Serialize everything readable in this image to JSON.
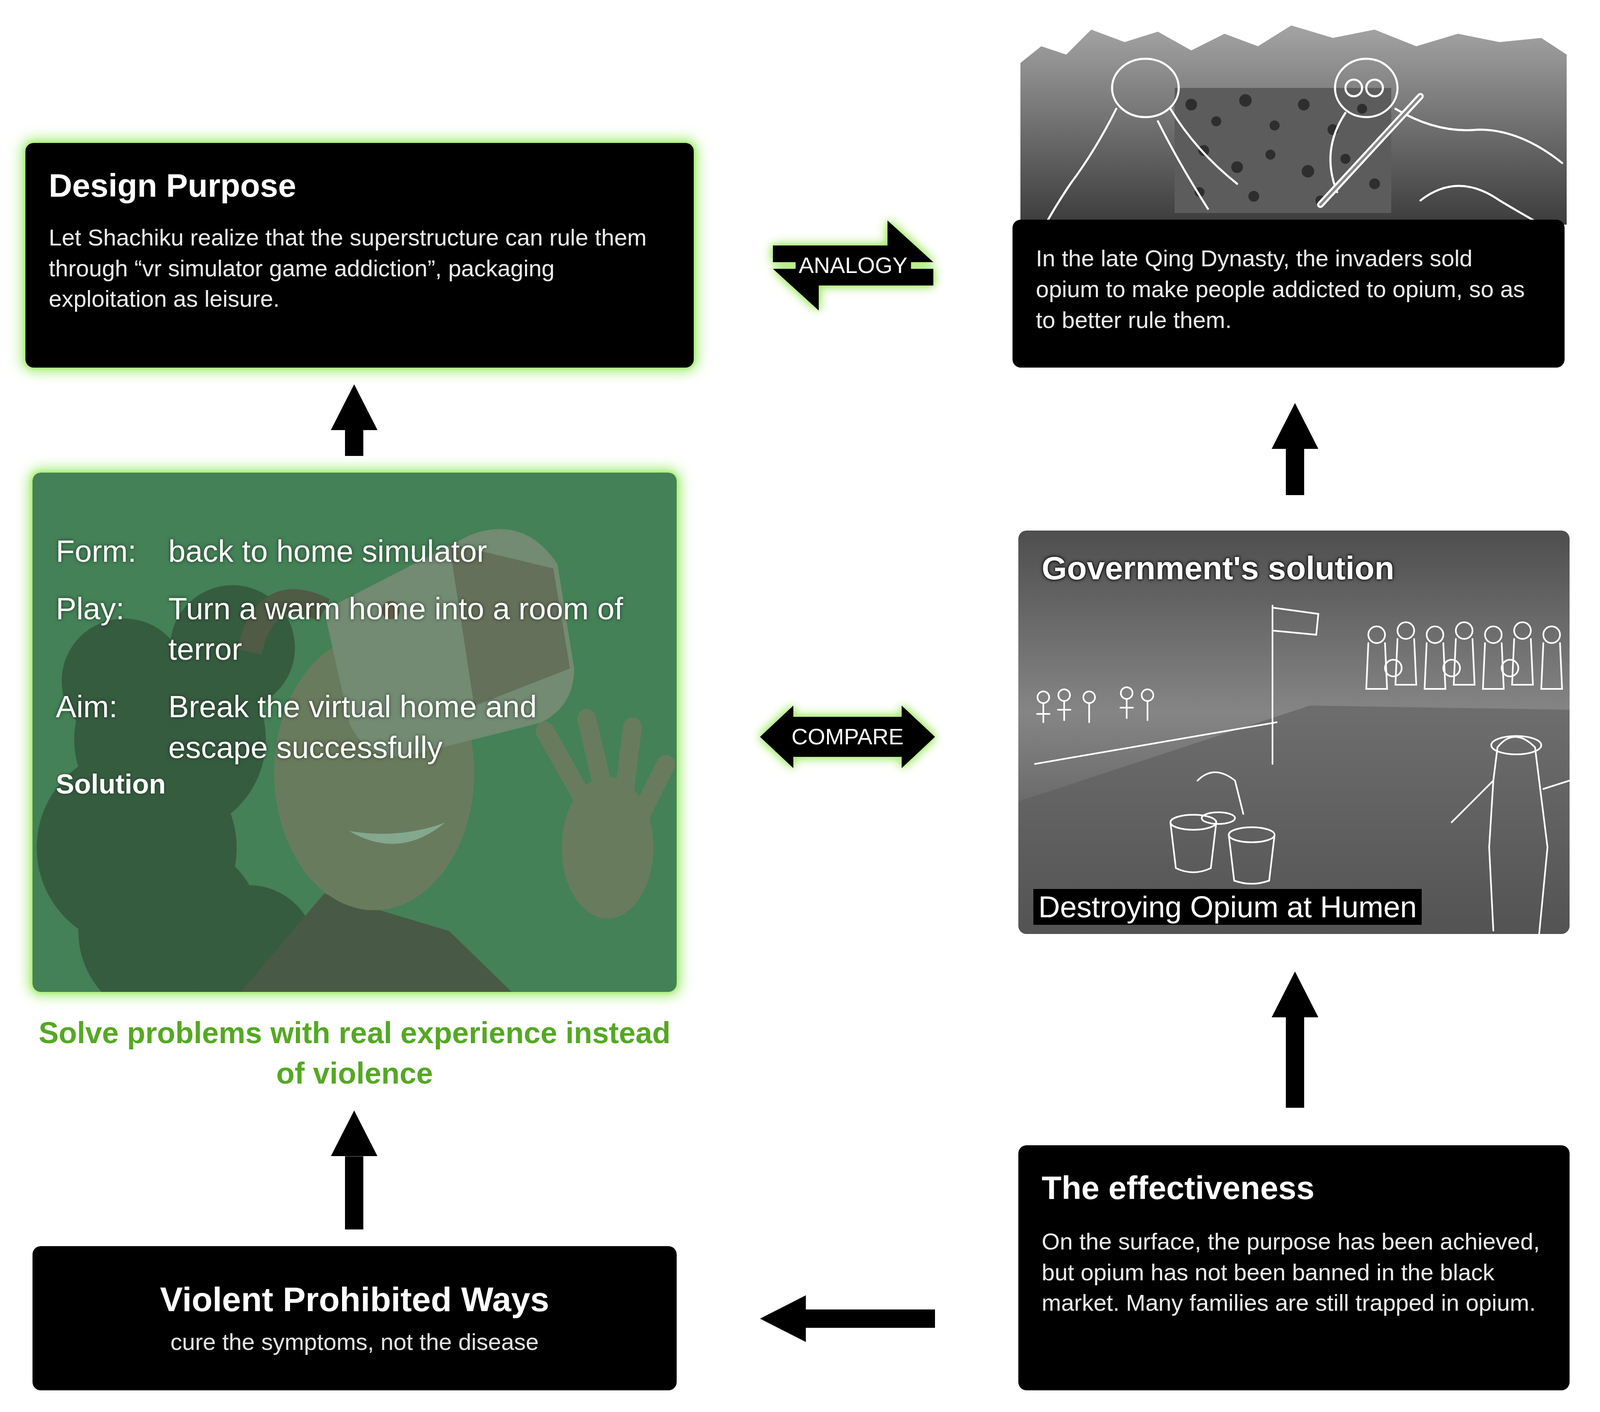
{
  "diagram": {
    "nodes": [
      {
        "text": [
          "Design Purpose",
          "Let Shachiku realize that the superstructure can rule them through “vr simulator game addiction”, packaging exploitation as leisure."
        ]
      },
      {
        "text": [
          "In the late Qing Dynasty, the invaders sold opium to make people addicted to opium, so as to better rule them."
        ]
      },
      {
        "text": [
          "Solution",
          "Form:",
          "back to home simulator",
          "Play:",
          "Turn a warm home into a room of terror",
          "Aim:",
          "Break the virtual home and escape successfully",
          "Solve problems with real experience instead of violence"
        ]
      },
      {
        "text": [
          "Government's solution",
          "Destroying Opium at Humen"
        ]
      },
      {
        "text": [
          "The effectiveness",
          "On the surface, the purpose has been achieved, but opium has not been banned in the black market. Many families are still trapped in opium."
        ]
      },
      {
        "text": [
          "Violent Prohibited Ways",
          "cure the symptoms, not the disease"
        ]
      }
    ],
    "edges": [
      {
        "from": 2,
        "to": 0,
        "arrow": "to"
      },
      {
        "from": 0,
        "to": 1,
        "label": "ANALOGY",
        "arrow": "both"
      },
      {
        "from": 2,
        "to": 3,
        "label": "COMPARE",
        "arrow": "both"
      },
      {
        "from": 3,
        "to": 1,
        "arrow": "to"
      },
      {
        "from": 4,
        "to": 3,
        "arrow": "to"
      },
      {
        "from": 4,
        "to": 5,
        "arrow": "to"
      },
      {
        "from": 5,
        "to": 2,
        "arrow": "to"
      }
    ]
  }
}
